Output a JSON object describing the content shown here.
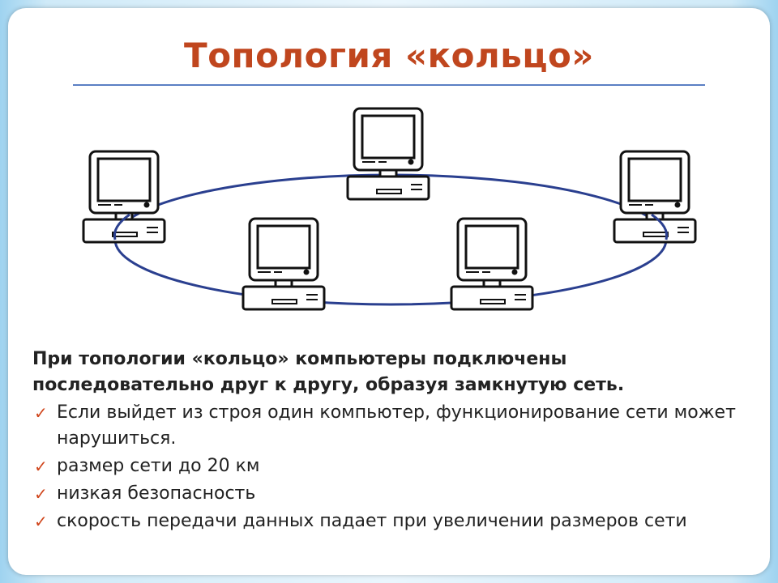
{
  "slide": {
    "title": "Топология «кольцо»",
    "intro": "При топологии «кольцо» компьютеры подключены последовательно друг к другу, образуя замкнутую сеть.",
    "bullets": [
      "Если выйдет из строя один компьютер, функционирование сети может нарушиться.",
      "размер сети до 20 км",
      "низкая безопасность",
      "скорость передачи данных падает при увеличении размеров сети"
    ]
  },
  "diagram": {
    "ring_color": "#2a3f8f",
    "computer_count": 5,
    "bullet_icon": "checkmark-icon",
    "bullet_color": "#d0451b",
    "title_color": "#c0461e"
  }
}
